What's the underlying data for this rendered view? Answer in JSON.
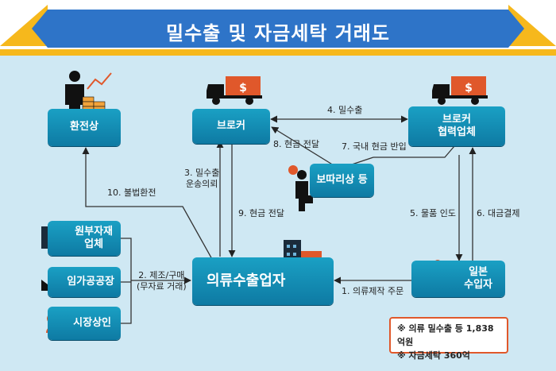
{
  "title": "밀수출 및 자금세탁 거래도",
  "nodes": {
    "exchanger": "환전상",
    "broker": "브로커",
    "broker_partner": "브로커\n협력업체",
    "bottari": "보따리상 등",
    "exporter": "의류수출업자",
    "importer": "일본\n수입자",
    "material": "원부자재\n업체",
    "subcontract": "임가공공장",
    "market": "시장상인"
  },
  "edges": {
    "e1": "1. 의류제작 주문",
    "e2_line1": "2. 제조/구매",
    "e2_line2": "(무자료 거래)",
    "e3_line1": "3. 밀수출",
    "e3_line2": "운송의뢰",
    "e4": "4. 밀수출",
    "e5": "5. 물품 인도",
    "e6": "6. 대금결제",
    "e7": "7. 국내 현금 반입",
    "e8": "8. 현금 전달",
    "e9": "9. 현금 전달",
    "e10": "10. 불법환전"
  },
  "note": {
    "line1": "※ 의류 밀수출 등 1,838억원",
    "line2": "※ 자금세탁 360억"
  },
  "colors": {
    "background": "#cfe8f3",
    "banner": "#2e74c8",
    "banner_stripe": "#f6b81c",
    "node": "#1590b9",
    "accent": "#e0582b"
  }
}
